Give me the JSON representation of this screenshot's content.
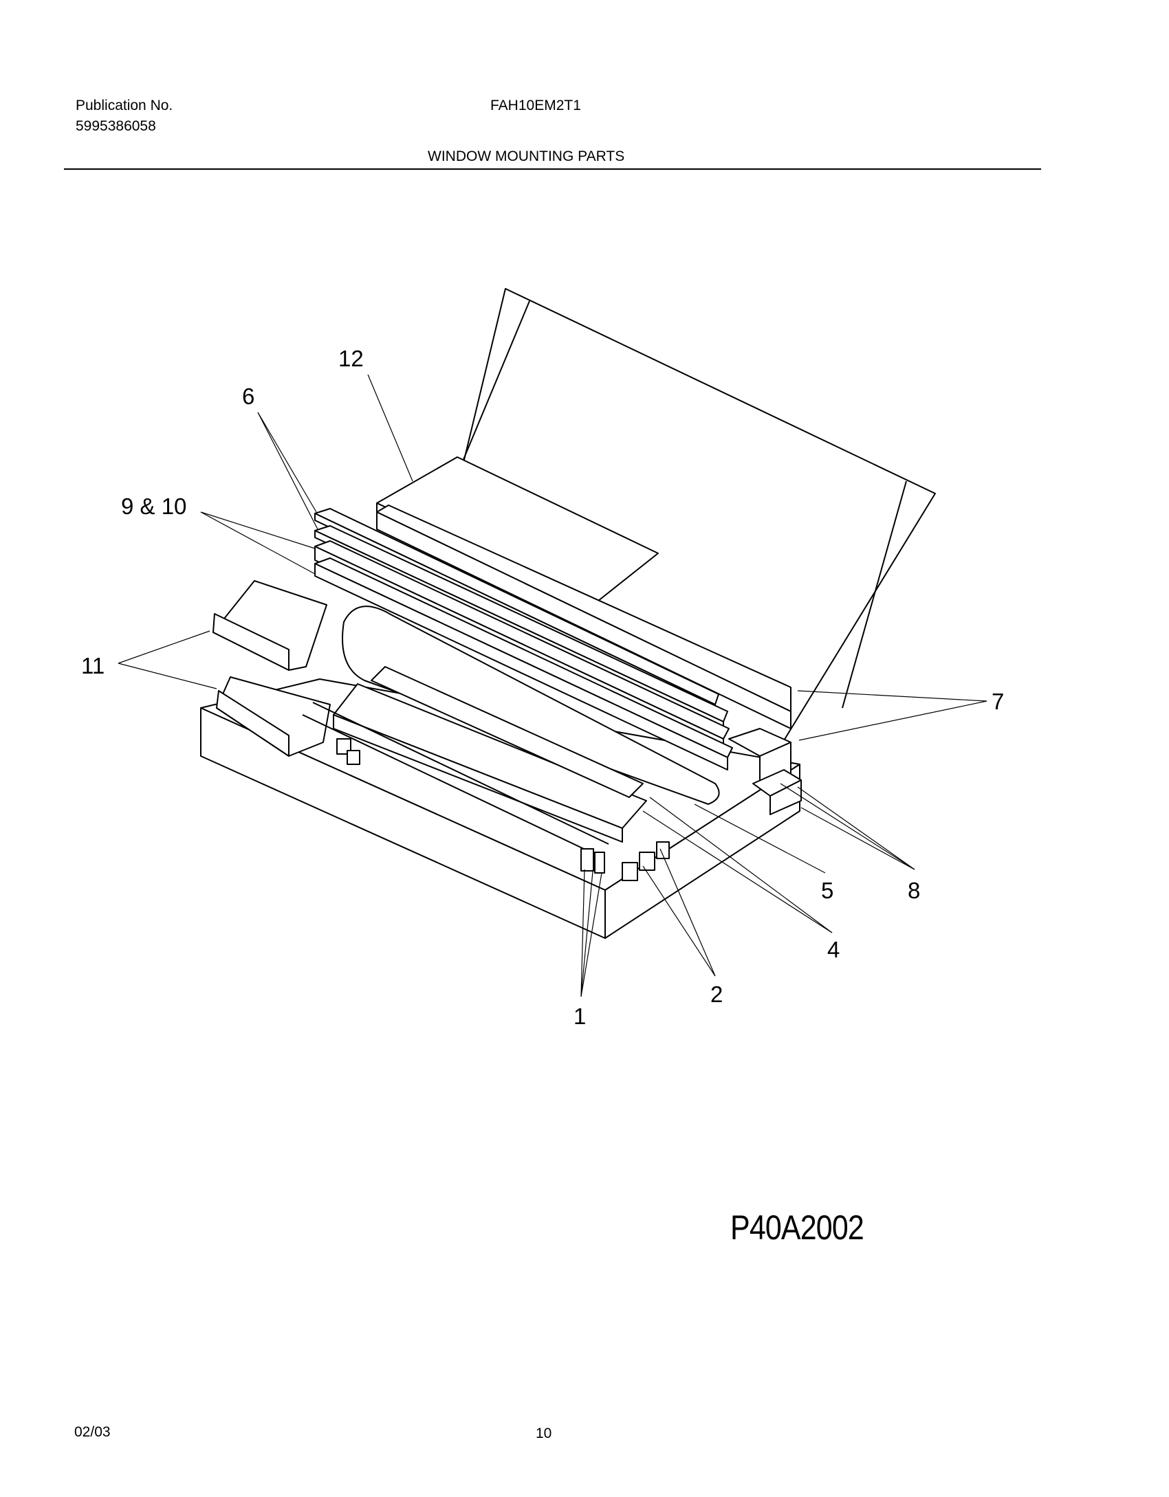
{
  "header": {
    "publication_label": "Publication No.",
    "publication_number": "5995386058",
    "model": "FAH10EM2T1",
    "section_title": "WINDOW MOUNTING PARTS"
  },
  "diagram": {
    "callouts": {
      "c1": "1",
      "c2": "2",
      "c4": "4",
      "c5": "5",
      "c6": "6",
      "c7": "7",
      "c8": "8",
      "c9_10": "9 & 10",
      "c11": "11",
      "c12": "12"
    },
    "figure_code": "P40A2002"
  },
  "footer": {
    "date": "02/03",
    "page": "10"
  }
}
